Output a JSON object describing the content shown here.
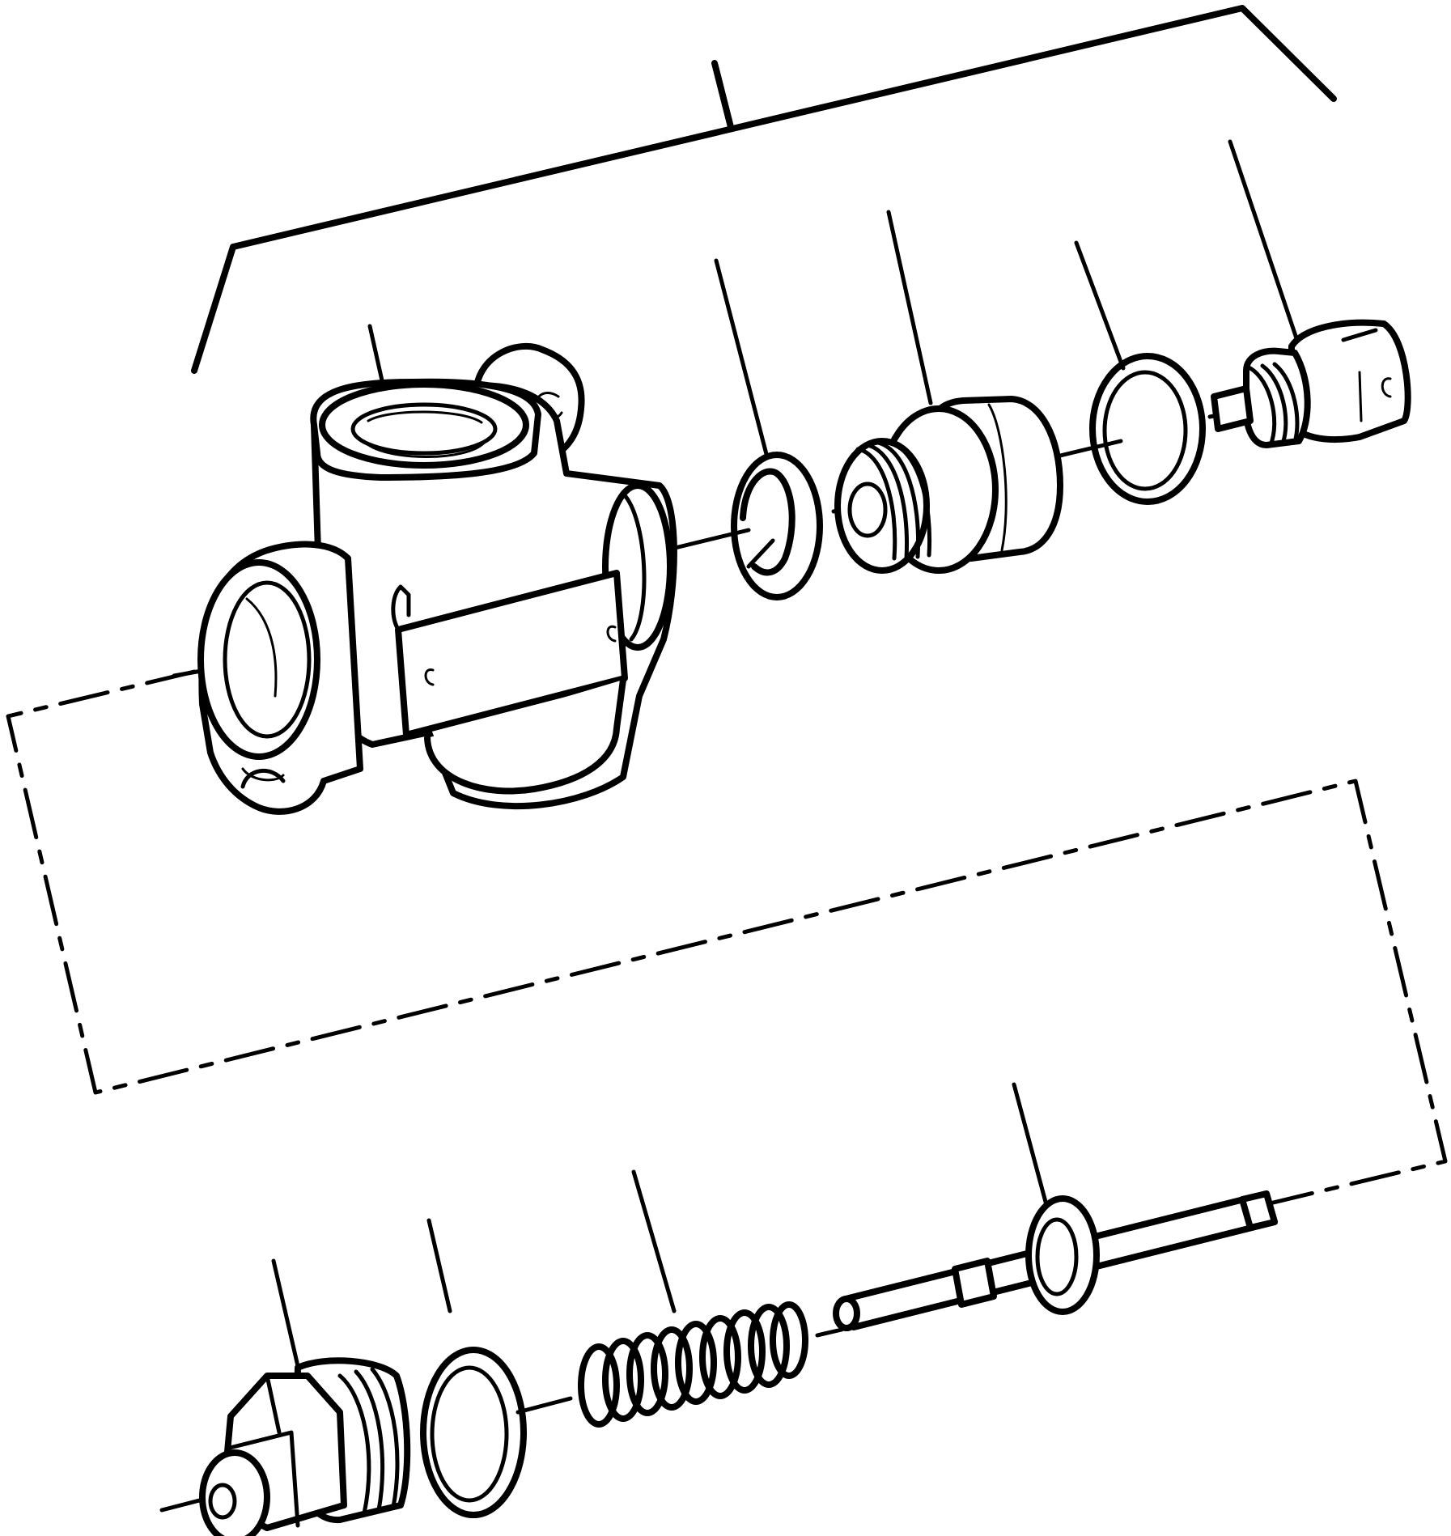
{
  "diagram": {
    "kind": "exploded-parts-view",
    "line_color": "#000000",
    "background": "#ffffff",
    "parts": [
      {
        "id": "valve-body"
      },
      {
        "id": "snap-ring"
      },
      {
        "id": "threaded-plug"
      },
      {
        "id": "sealing-washer-upper"
      },
      {
        "id": "valve-cartridge"
      },
      {
        "id": "hex-plug-lower"
      },
      {
        "id": "sealing-washer-lower"
      },
      {
        "id": "coil-spring"
      },
      {
        "id": "valve-spool"
      }
    ]
  }
}
